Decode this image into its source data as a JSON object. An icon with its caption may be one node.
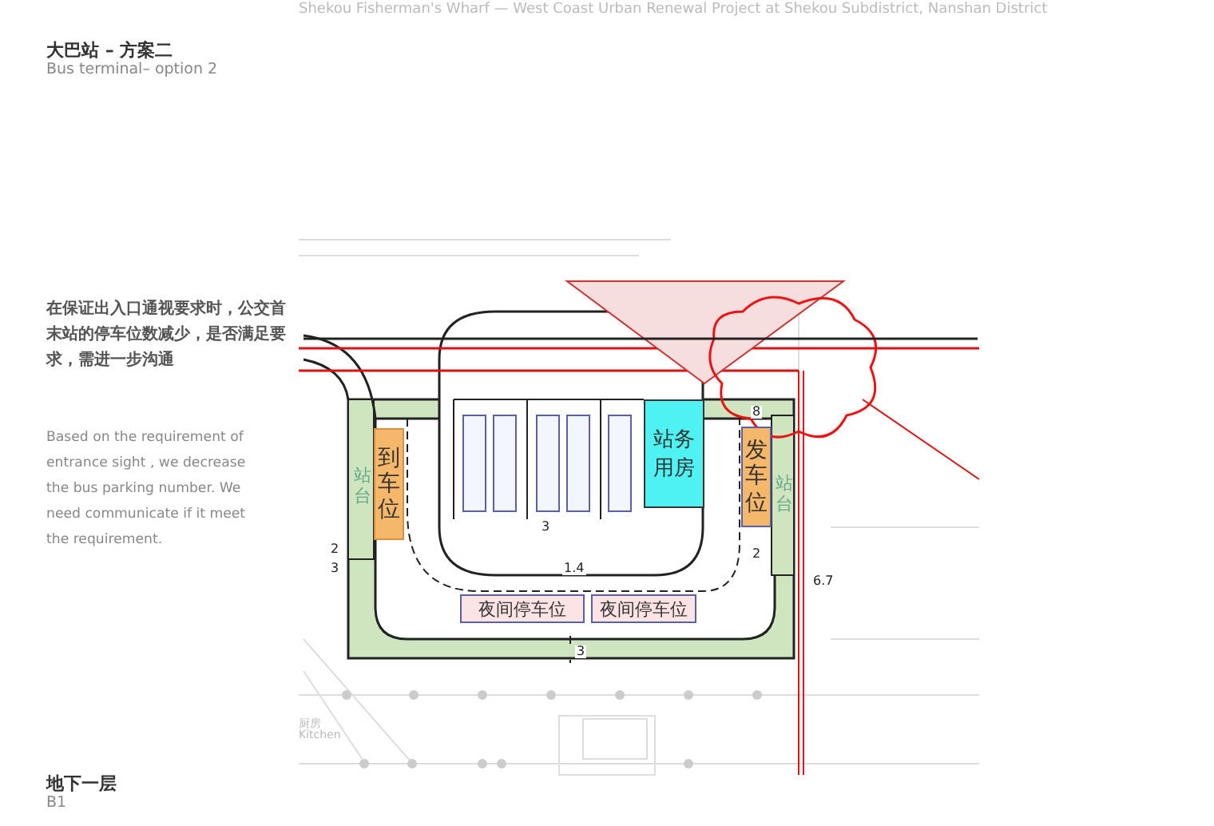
{
  "diagram": {
    "title": "大巴站 – 方案二",
    "nodes": [
      {
        "text": [
          "站台"
        ]
      },
      {
        "text": [
          "到车位"
        ]
      },
      {
        "text": [
          "站务用房"
        ]
      },
      {
        "text": [
          "发车位"
        ]
      },
      {
        "text": [
          "站台"
        ]
      },
      {
        "text": [
          "夜间停车位"
        ]
      },
      {
        "text": [
          "夜间停车位"
        ]
      }
    ],
    "labels": [
      "Shekou Fisherman's Wharf — West Coast Urban Renewal Project at Shekou Subdistrict, Nanshan District",
      "Bus terminal– option 2",
      "在保证出入口通视要求时，公交首末站的停车位数减少，是否满足要求，需进一步沟通",
      "Based on the requirement of entrance sight , we decrease the bus parking number. We need communicate if it meet the requirement.",
      "2",
      "3",
      "3",
      "8",
      "2",
      "6.7",
      "1.4",
      "3",
      "厨房",
      "Kitchen",
      "地下一层",
      "B1"
    ]
  }
}
